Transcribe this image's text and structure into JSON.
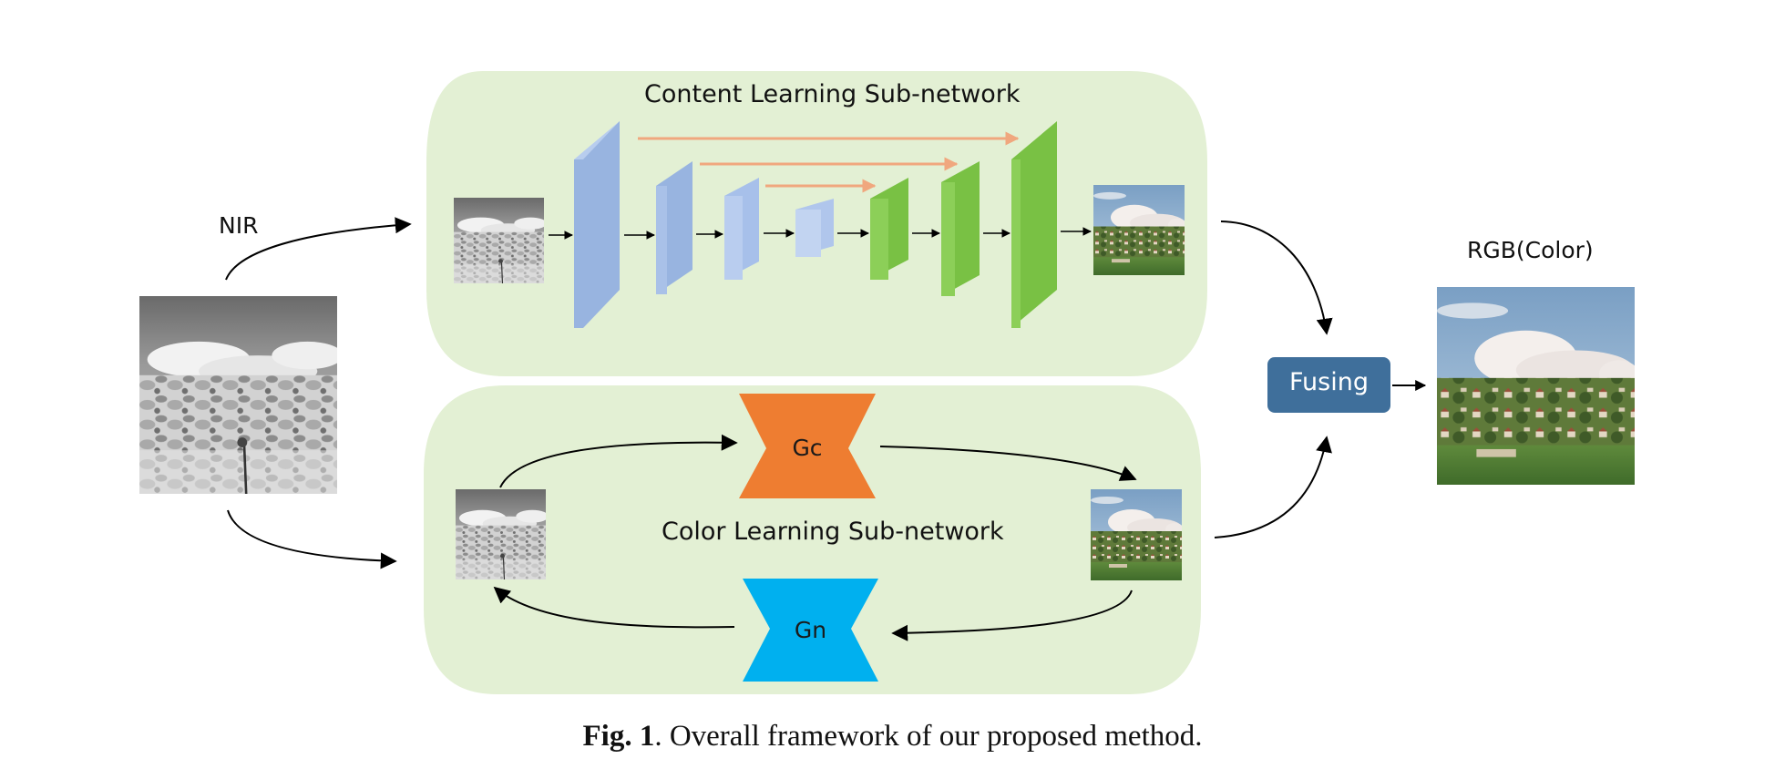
{
  "labels": {
    "input": "NIR",
    "output": "RGB(Color)",
    "content_module": "Content Learning Sub-network",
    "color_module": "Color Learning Sub-network",
    "fusing": "Fusing",
    "gc": "Gc",
    "gn": "Gn"
  },
  "caption": {
    "fig_label": "Fig. 1",
    "text": ". Overall framework of our proposed method."
  },
  "colors": {
    "panel_fill": "#e3f0d4",
    "encoder_blue": "#98b4e0",
    "decoder_green": "#79c144",
    "skip_arrow": "#f0a77e",
    "gc_orange": "#ee7d31",
    "gn_cyan": "#00b0ef",
    "fusing_box": "#3f6f9b"
  },
  "icons": {
    "nir_image": "grayscale-landscape-image",
    "rgb_image": "color-landscape-image"
  }
}
